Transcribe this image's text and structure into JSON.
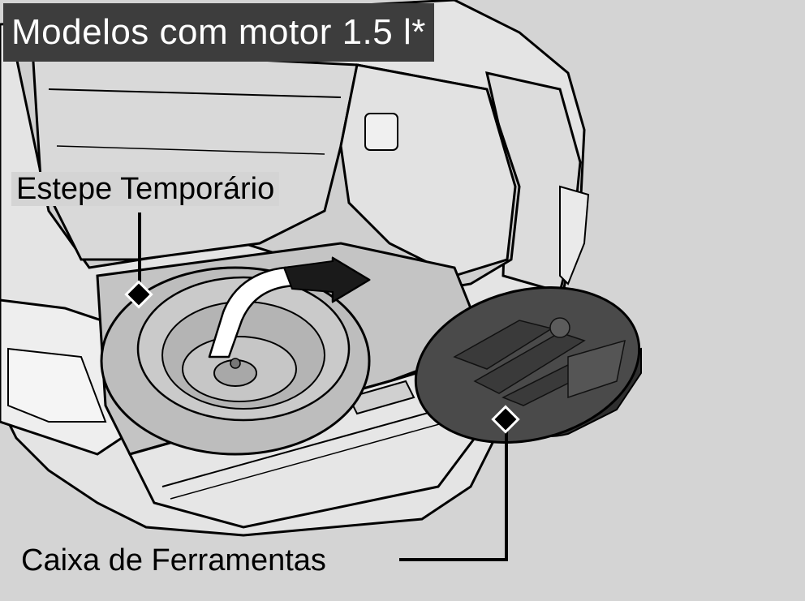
{
  "title": "Modelos com motor 1.5 l*",
  "callouts": {
    "spare_tire": "Estepe Temporário",
    "tool_box": "Caixa de Ferramentas"
  },
  "colors": {
    "background": "#d4d4d4",
    "title_bg": "#3d3d3d",
    "title_text": "#ffffff",
    "tool_box": "#4a4a4a",
    "tire": "#bdbdbd"
  },
  "icons": [
    "arrow-icon",
    "diamond-marker-icon"
  ]
}
